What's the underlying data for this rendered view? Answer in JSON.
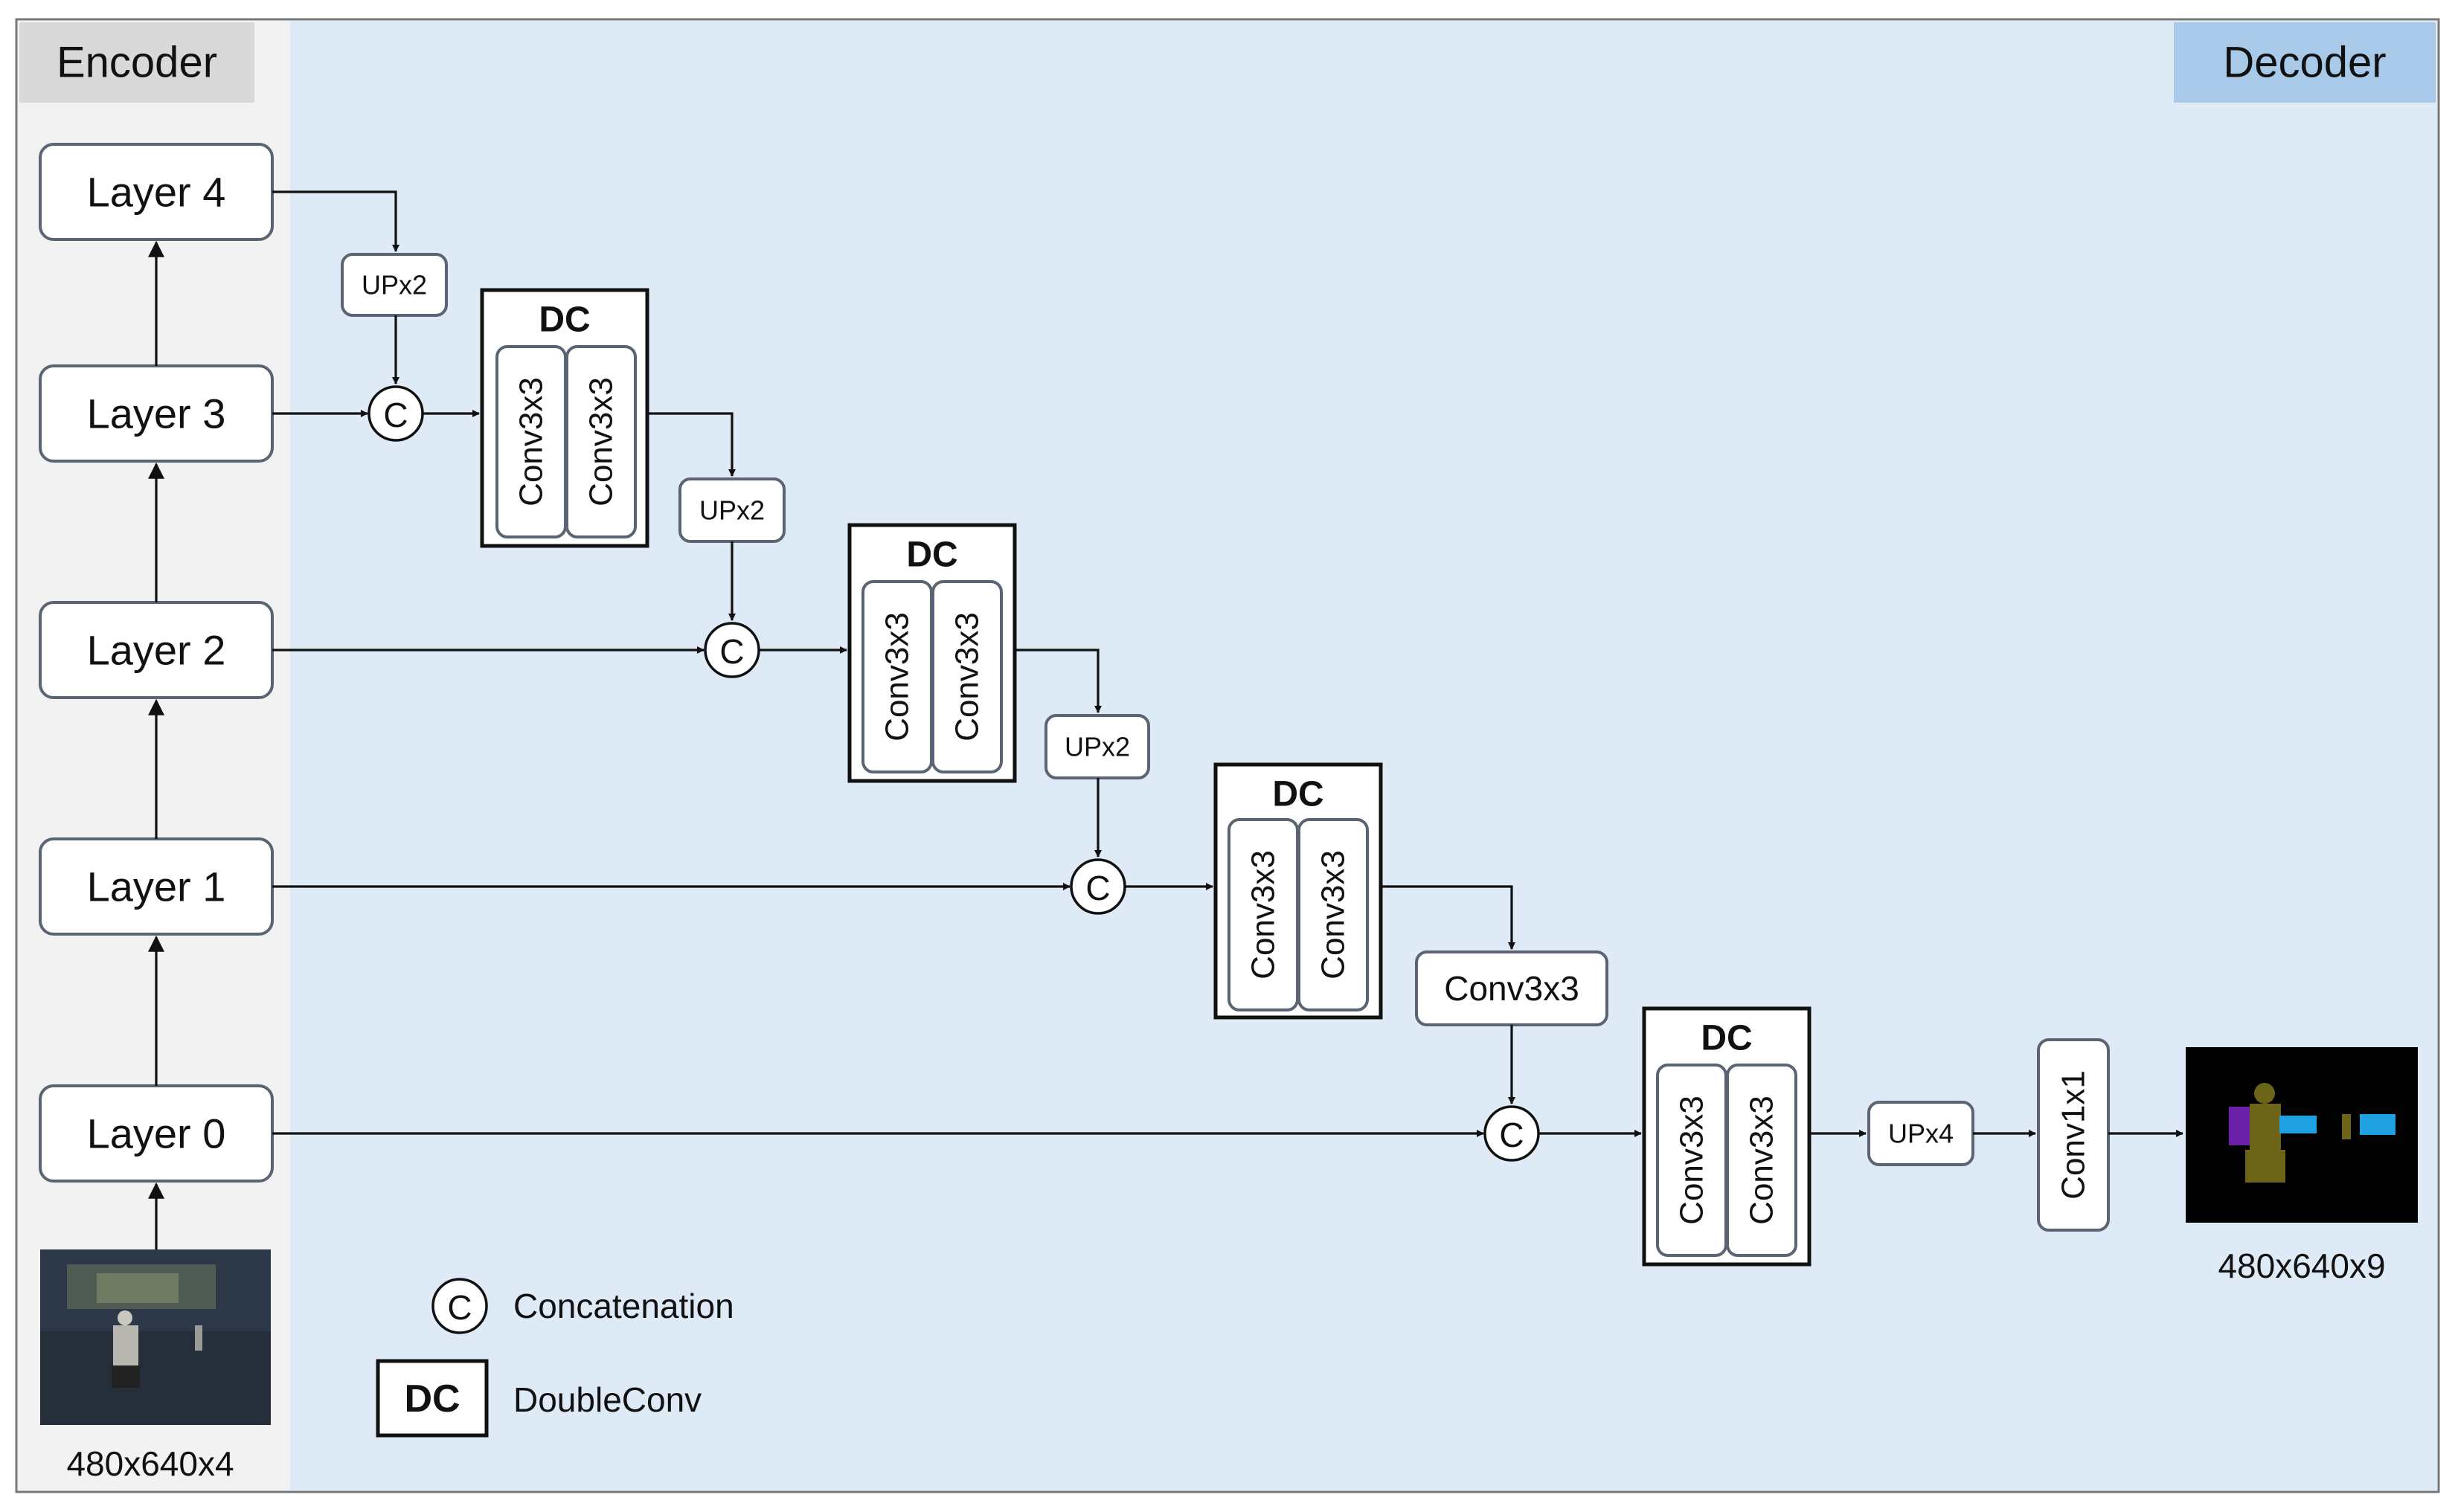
{
  "regions": {
    "encoder": "Encoder",
    "decoder": "Decoder"
  },
  "encoder_layers": [
    "Layer 4",
    "Layer 3",
    "Layer 2",
    "Layer 1",
    "Layer 0"
  ],
  "upsample": {
    "up1": "UPx2",
    "up2": "UPx2",
    "up3": "UPx2",
    "up4": "UPx4"
  },
  "dc_blocks": [
    {
      "title": "DC",
      "convs": [
        "Conv3x3",
        "Conv3x3"
      ]
    },
    {
      "title": "DC",
      "convs": [
        "Conv3x3",
        "Conv3x3"
      ]
    },
    {
      "title": "DC",
      "convs": [
        "Conv3x3",
        "Conv3x3"
      ]
    },
    {
      "title": "DC",
      "convs": [
        "Conv3x3",
        "Conv3x3"
      ]
    }
  ],
  "single_conv": "Conv3x3",
  "final_conv": "Conv1x1",
  "concat_symbol": "C",
  "input_size": "480x640x4",
  "output_size": "480x640x9",
  "legend": {
    "concat_symbol": "C",
    "concat_label": "Concatenation",
    "dc_symbol": "DC",
    "dc_label": "DoubleConv"
  },
  "colors": {
    "encoder_bg": "#f2f2f2",
    "decoder_bg": "#deeaf6",
    "encoder_tag": "#d9d9d9",
    "decoder_tag": "#a9c9e8",
    "output_class_purple": "#6a1fa8",
    "output_class_olive": "#6b6419",
    "output_class_cyan": "#1fa0e0"
  }
}
